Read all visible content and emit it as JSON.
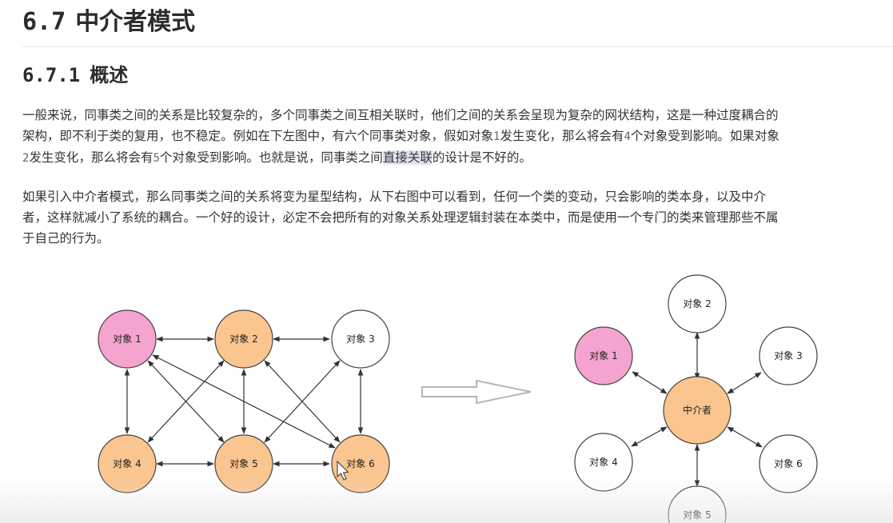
{
  "section": {
    "number": "6.7",
    "title": "中介者模式"
  },
  "subsection": {
    "number": "6.7.1",
    "title": "概述"
  },
  "paragraph1": {
    "line1": "一般来说，同事类之间的关系是比较复杂的，多个同事类之间互相关联时，他们之间的关系会呈现为复杂的网状结构，这是一种过度耦合的",
    "line2_a": "架构，即不利于类的复用，也不稳定。例如在下左图中，有六个同事类对象，假如对象",
    "line2_n1": "1",
    "line2_b": "发生变化，那么将会有",
    "line2_n2": "4",
    "line2_c": "个对象受到影响。如果对象",
    "line3_n1": "2",
    "line3_a": "发生变化，那么将会有",
    "line3_n2": "5",
    "line3_b": "个对象受到影响。也就是说，同事类之间",
    "line3_hl": "直接关联",
    "line3_c": "的设计是不好的。"
  },
  "paragraph2": {
    "line1": "如果引入中介者模式，那么同事类之间的关系将变为星型结构，从下右图中可以看到，任何一个类的变动，只会影响的类本身，以及中介",
    "line2": "者，这样就减小了系统的耦合。一个好的设计，必定不会把所有的对象关系处理逻辑封装在本类中，而是使用一个专门的类来管理那些不属",
    "line3": "于自己的行为。"
  },
  "left_diagram": {
    "nodes": [
      "对象 1",
      "对象 2",
      "对象 3",
      "对象 4",
      "对象 5",
      "对象 6"
    ]
  },
  "right_diagram": {
    "center": "中介者",
    "nodes": [
      "对象 1",
      "对象 2",
      "对象 3",
      "对象 4",
      "对象 5",
      "对象 6"
    ]
  },
  "colors": {
    "pink": "#f5a3cf",
    "orange": "#fbc58f",
    "white": "#ffffff",
    "stroke": "#444444",
    "highlight": "#dfe4ec"
  }
}
